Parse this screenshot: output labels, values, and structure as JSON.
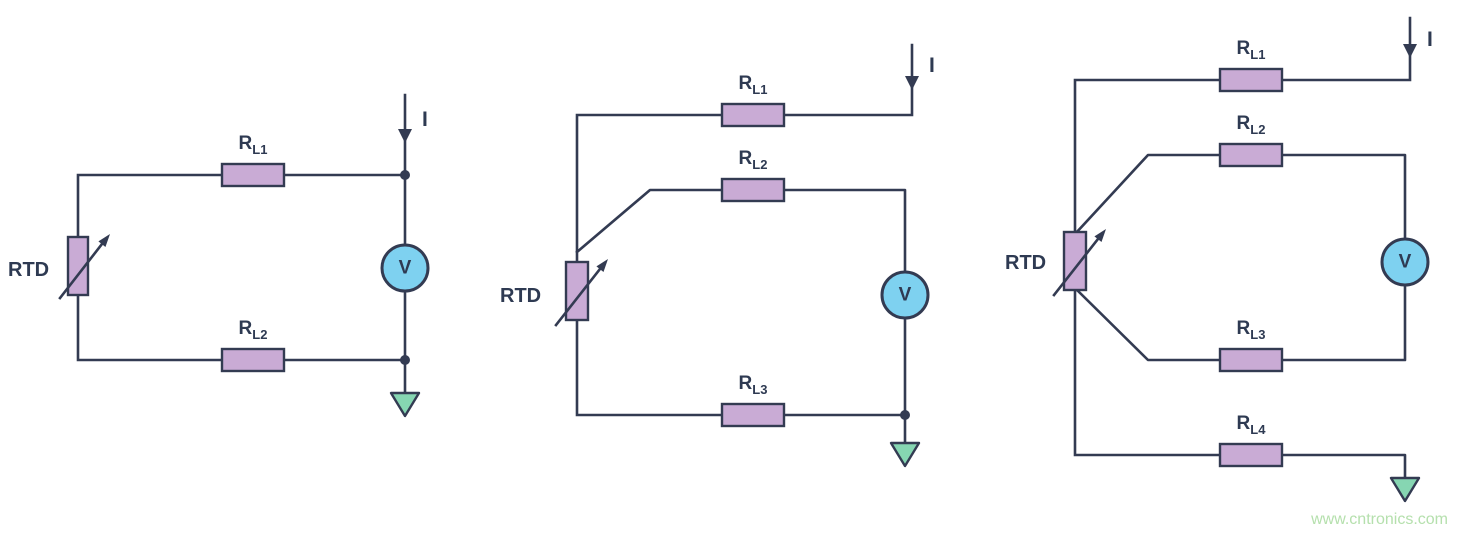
{
  "watermark": "www.cntronics.com",
  "colors": {
    "wire": "#333b52",
    "label": "#2e3a52",
    "resistor_fill": "#c9abd5",
    "meter_fill": "#7ed1f0",
    "ground_fill": "#86d6b2",
    "watermark": "#b5e0ad"
  },
  "diagrams": [
    {
      "id": "2-wire-rtd",
      "rtd": "RTD",
      "current": "I",
      "voltmeter": "V",
      "resistors": [
        {
          "base": "R",
          "sub": "L1"
        },
        {
          "base": "R",
          "sub": "L2"
        }
      ]
    },
    {
      "id": "3-wire-rtd",
      "rtd": "RTD",
      "current": "I",
      "voltmeter": "V",
      "resistors": [
        {
          "base": "R",
          "sub": "L1"
        },
        {
          "base": "R",
          "sub": "L2"
        },
        {
          "base": "R",
          "sub": "L3"
        }
      ]
    },
    {
      "id": "4-wire-rtd",
      "rtd": "RTD",
      "current": "I",
      "voltmeter": "V",
      "resistors": [
        {
          "base": "R",
          "sub": "L1"
        },
        {
          "base": "R",
          "sub": "L2"
        },
        {
          "base": "R",
          "sub": "L3"
        },
        {
          "base": "R",
          "sub": "L4"
        }
      ]
    }
  ]
}
